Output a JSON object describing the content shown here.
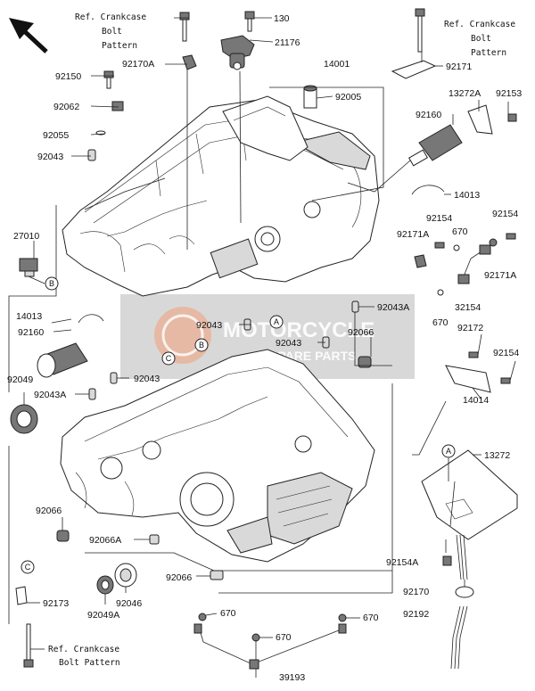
{
  "refs": {
    "crankcase_top": [
      "Ref. Crankcase",
      "Bolt",
      "Pattern"
    ],
    "crankcase_right": [
      "Ref. Crankcase",
      "Bolt",
      "Pattern"
    ],
    "crankcase_bottom": [
      "Ref. Crankcase",
      "Bolt Pattern"
    ]
  },
  "parts": {
    "p130": "130",
    "p21176": "21176",
    "p92170A": "92170A",
    "p92150": "92150",
    "p14001": "14001",
    "p92171_top": "92171",
    "p92005": "92005",
    "p92062": "92062",
    "p13272A": "13272A",
    "p92153": "92153",
    "p92055": "92055",
    "p92160_right": "92160",
    "p92043_tl": "92043",
    "p14013_right": "14013",
    "p27010": "27010",
    "p92154_a": "92154",
    "p92154_b": "92154",
    "p92171A_a": "92171A",
    "p670_a": "670",
    "p92171A_b": "92171A",
    "p32154": "32154",
    "p670_b": "670",
    "p14013_left": "14013",
    "p92043A_right": "92043A",
    "p92160_left": "92160",
    "p92043_mid": "92043",
    "p92043_mid2": "92043",
    "p92066_right": "92066",
    "p92172": "92172",
    "p92154_c": "92154",
    "p92049": "92049",
    "p92043_left": "92043",
    "p92043A_left": "92043A",
    "p14014": "14014",
    "p13272": "13272",
    "p92066_left": "92066",
    "p92066A": "92066A",
    "p92154A": "92154A",
    "p92066_bottom": "92066",
    "p92170": "92170",
    "p92173": "92173",
    "p92046": "92046",
    "p92049A": "92049A",
    "p670_c": "670",
    "p670_d": "670",
    "p92192": "92192",
    "p670_e": "670",
    "p39193": "39193"
  },
  "callouts": {
    "a": "A",
    "b": "B",
    "c": "C"
  },
  "watermark": {
    "line1": "MOTORCYCLE",
    "line2": "SPARE PARTS"
  },
  "colors": {
    "ink": "#222222",
    "paper": "#ffffff",
    "watermark_bg": "#b8b8b8",
    "watermark_accent": "#f2a07a"
  },
  "icons": {
    "direction": "front-arrow-icon"
  }
}
